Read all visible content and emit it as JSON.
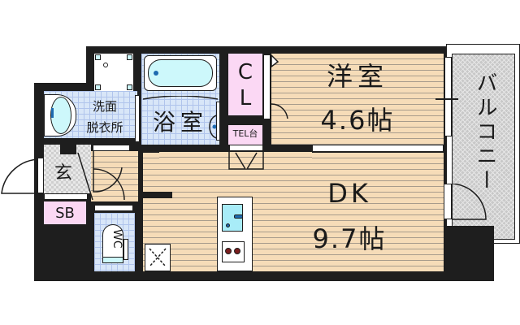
{
  "floor_plan": {
    "rooms": {
      "western_room": {
        "name": "洋室",
        "size": "4.6帖"
      },
      "dk": {
        "name": "DK",
        "size": "9.7帖"
      },
      "bathroom": {
        "name": "浴室"
      },
      "washroom": {
        "line1": "洗面",
        "line2": "脱衣所"
      },
      "closet": {
        "line1": "C",
        "line2": "L"
      },
      "tel": {
        "label": "TEL台"
      },
      "entrance": {
        "label": "玄"
      },
      "shoe_box": {
        "label": "SB"
      },
      "toilet": {
        "label": "WC"
      },
      "balcony": {
        "label": "バルコニー"
      }
    },
    "colors": {
      "wall": "#1e1e1e",
      "wood_floor": "#f6dcb8",
      "tile": "#d8e6f8",
      "closet_pink": "#fbd8f4",
      "balcony_gray": "#c8c8c8",
      "bath_cyan": "#cdf8fb"
    }
  }
}
